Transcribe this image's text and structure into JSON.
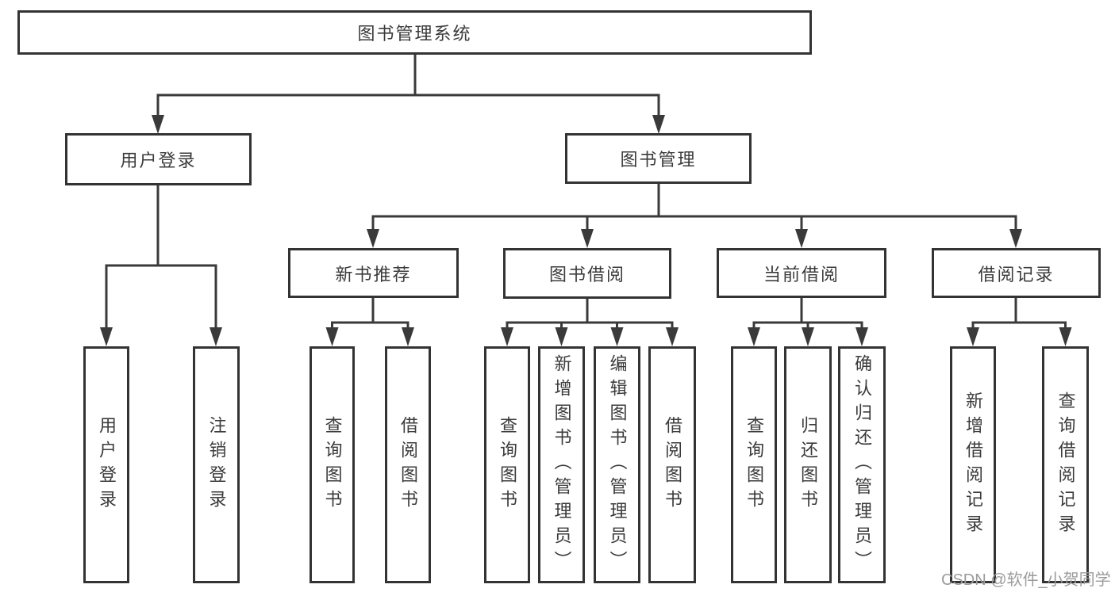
{
  "diagram_title": "图书管理系统",
  "colors": {
    "line": "#3a3a3a",
    "box_border": "#333333",
    "box_background": "#ffffff",
    "text": "#3b3b3b",
    "watermark_text": "#9b9b9b",
    "page_background": "#ffffff"
  },
  "nodes": {
    "root": "图书管理系统",
    "user_login": "用户登录",
    "book_mgmt": "图书管理",
    "new_book_rec": "新书推荐",
    "book_borrow": "图书借阅",
    "current_borrow": "当前借阅",
    "borrow_records": "借阅记录",
    "login_children": [
      "用户登录",
      "注销登录"
    ],
    "rec_children": [
      "查询图书",
      "借阅图书"
    ],
    "borrow_children": [
      "查询图书",
      "新增图书（管理员）",
      "编辑图书（管理员）",
      "借阅图书"
    ],
    "current_children": [
      "查询图书",
      "归还图书",
      "确认归还（管理员）"
    ],
    "record_children": [
      "新增借阅记录",
      "查询借阅记录"
    ]
  },
  "watermark": "CSDN @软件_小贺同学"
}
